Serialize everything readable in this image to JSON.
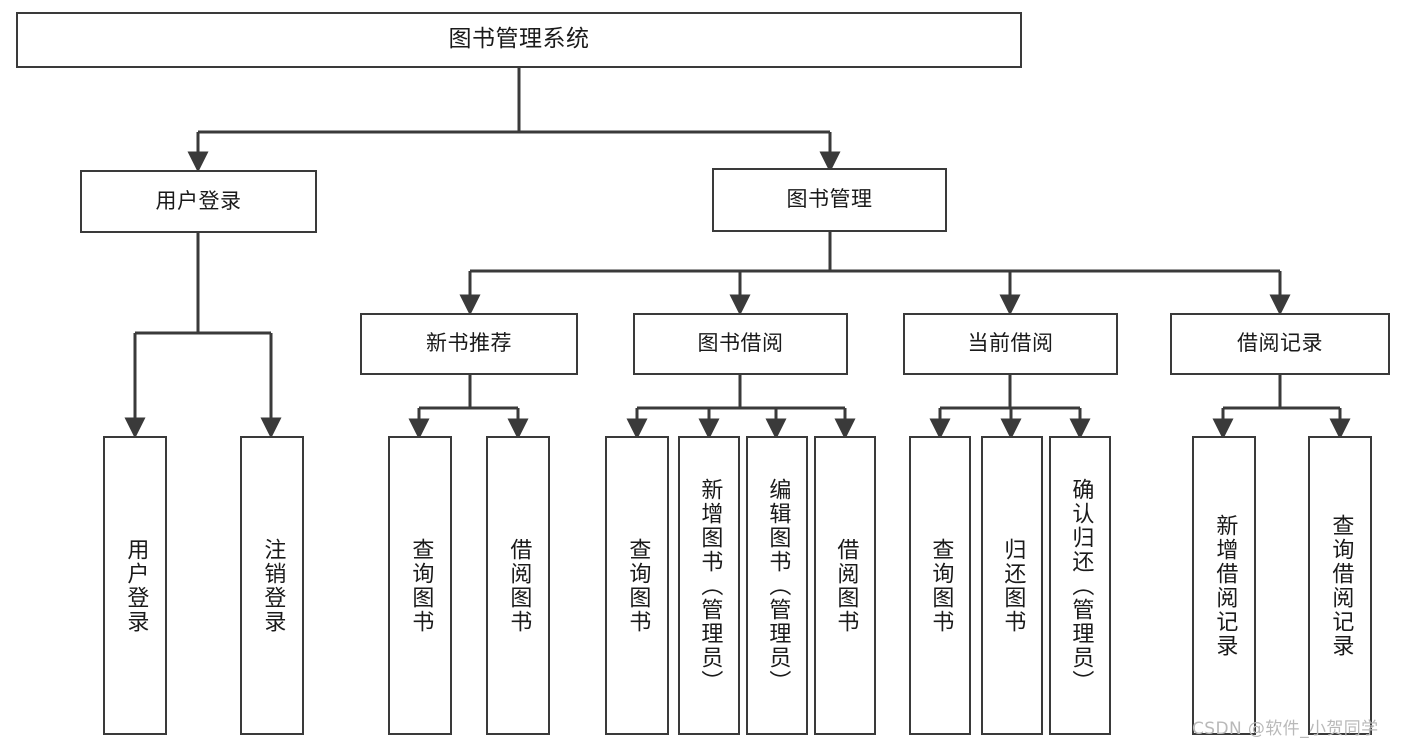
{
  "diagram": {
    "type": "tree",
    "title": "图书管理系统",
    "root": {
      "label": "图书管理系统"
    },
    "level1": [
      {
        "label": "用户登录"
      },
      {
        "label": "图书管理"
      }
    ],
    "level2": [
      {
        "label": "新书推荐",
        "parent": "图书管理"
      },
      {
        "label": "图书借阅",
        "parent": "图书管理"
      },
      {
        "label": "当前借阅",
        "parent": "图书管理"
      },
      {
        "label": "借阅记录",
        "parent": "图书管理"
      }
    ],
    "leaves": [
      {
        "label": "用户登录",
        "parent": "用户登录"
      },
      {
        "label": "注销登录",
        "parent": "用户登录"
      },
      {
        "label": "查询图书",
        "parent": "新书推荐"
      },
      {
        "label": "借阅图书",
        "parent": "新书推荐"
      },
      {
        "label": "查询图书",
        "parent": "图书借阅"
      },
      {
        "label": "新增图书（管理员）",
        "parent": "图书借阅"
      },
      {
        "label": "编辑图书（管理员）",
        "parent": "图书借阅"
      },
      {
        "label": "借阅图书",
        "parent": "图书借阅"
      },
      {
        "label": "查询图书",
        "parent": "当前借阅"
      },
      {
        "label": "归还图书",
        "parent": "当前借阅"
      },
      {
        "label": "确认归还（管理员）",
        "parent": "当前借阅"
      },
      {
        "label": "新增借阅记录",
        "parent": "借阅记录"
      },
      {
        "label": "查询借阅记录",
        "parent": "借阅记录"
      }
    ],
    "colors": {
      "stroke": "#3a3a3a",
      "fill": "#ffffff",
      "text": "#1a1a1a",
      "watermark": "#b9b9b9"
    }
  },
  "watermark": {
    "text": "CSDN @软件_小贺同学"
  }
}
